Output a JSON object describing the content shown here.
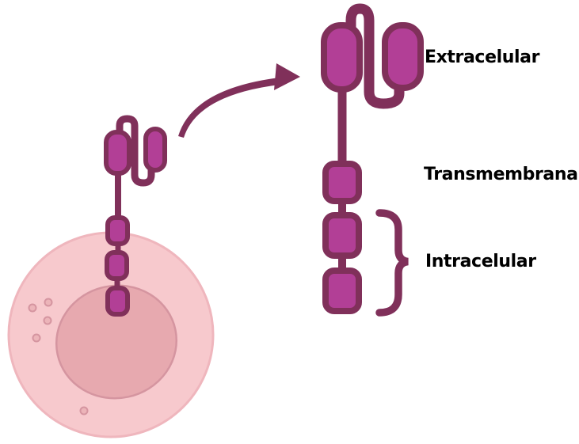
{
  "diagram": {
    "regions": [
      {
        "id": "extracellular",
        "label": "Extracelular"
      },
      {
        "id": "transmembrane",
        "label": "Transmembrana"
      },
      {
        "id": "intracellular",
        "label": "Intracelular"
      }
    ],
    "icons": [
      "cell-icon",
      "nucleus-icon",
      "vesicle-dot-icon",
      "membrane-receptor-icon",
      "zoom-arrow-icon",
      "curly-brace-icon"
    ],
    "colors": {
      "receptor_fill": "#b23f96",
      "receptor_stroke": "#80305a",
      "cell_fill": "#f7c9cd",
      "cell_stroke": "#efb6bd",
      "nucleus_fill": "#e7a9af",
      "nucleus_stroke": "#d595a0",
      "vesicle_fill": "#ecb4b9",
      "vesicle_stroke": "#d595a0",
      "label_color": "#000000",
      "background": "#ffffff"
    }
  }
}
